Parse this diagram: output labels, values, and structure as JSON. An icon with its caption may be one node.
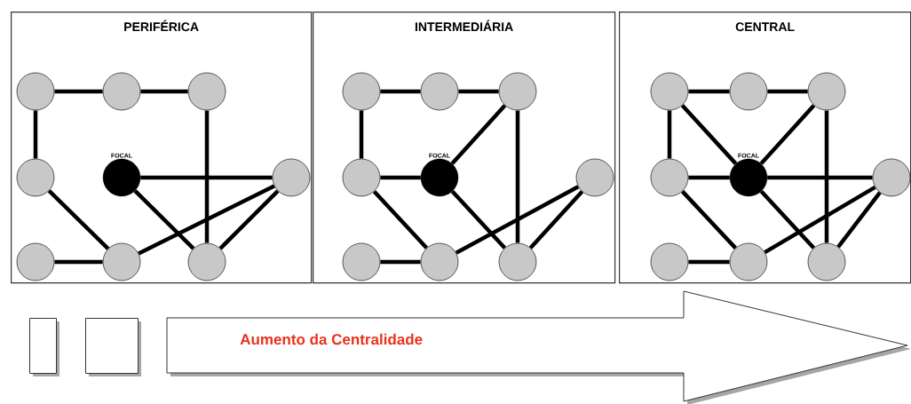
{
  "diagram": {
    "nodes": [
      {
        "text": [
          "PERIFÉRICA"
        ]
      },
      {
        "text": [],
        "shape": "circle",
        "in": 0
      },
      {
        "text": [],
        "shape": "circle",
        "in": 0
      },
      {
        "text": [],
        "shape": "circle",
        "in": 0
      },
      {
        "text": [],
        "shape": "circle",
        "in": 0
      },
      {
        "text": [
          "FOCAL"
        ],
        "in": 0
      },
      {
        "text": [],
        "shape": "circle",
        "in": 0
      },
      {
        "text": [],
        "shape": "circle",
        "in": 0
      },
      {
        "text": [],
        "shape": "circle",
        "in": 0
      },
      {
        "text": [],
        "shape": "circle",
        "in": 0
      },
      {
        "text": [
          "INTERMEDIÁRIA"
        ]
      },
      {
        "text": [],
        "shape": "circle",
        "in": 10
      },
      {
        "text": [],
        "shape": "circle",
        "in": 10
      },
      {
        "text": [],
        "shape": "circle",
        "in": 10
      },
      {
        "text": [],
        "shape": "circle",
        "in": 10
      },
      {
        "text": [
          "FOCAL"
        ],
        "in": 10
      },
      {
        "text": [],
        "shape": "circle",
        "in": 10
      },
      {
        "text": [],
        "shape": "circle",
        "in": 10
      },
      {
        "text": [],
        "shape": "circle",
        "in": 10
      },
      {
        "text": [],
        "shape": "circle",
        "in": 10
      },
      {
        "text": [
          "CENTRAL"
        ]
      },
      {
        "text": [],
        "shape": "circle",
        "in": 20
      },
      {
        "text": [],
        "shape": "circle",
        "in": 20
      },
      {
        "text": [],
        "shape": "circle",
        "in": 20
      },
      {
        "text": [],
        "shape": "circle",
        "in": 20
      },
      {
        "text": [
          "FOCAL"
        ],
        "in": 20
      },
      {
        "text": [],
        "shape": "circle",
        "in": 20
      },
      {
        "text": [],
        "shape": "circle",
        "in": 20
      },
      {
        "text": [],
        "shape": "circle",
        "in": 20
      },
      {
        "text": [],
        "shape": "circle",
        "in": 20
      },
      {
        "text": [],
        "shape": "box"
      },
      {
        "text": [],
        "shape": "box"
      },
      {
        "text": [
          "Aumento da Centralidade"
        ]
      }
    ],
    "edges": [
      {
        "from": 1,
        "to": 2,
        "arrow": "none"
      },
      {
        "from": 2,
        "to": 3,
        "arrow": "none"
      },
      {
        "from": 1,
        "to": 4,
        "arrow": "none"
      },
      {
        "from": 3,
        "to": 9,
        "arrow": "none"
      },
      {
        "from": 5,
        "to": 6,
        "arrow": "none"
      },
      {
        "from": 4,
        "to": 8,
        "arrow": "none"
      },
      {
        "from": 5,
        "to": 9,
        "arrow": "none"
      },
      {
        "from": 7,
        "to": 8,
        "arrow": "none"
      },
      {
        "from": 8,
        "to": 6,
        "arrow": "none"
      },
      {
        "from": 9,
        "to": 6,
        "arrow": "none"
      },
      {
        "from": 11,
        "to": 12,
        "arrow": "none"
      },
      {
        "from": 12,
        "to": 13,
        "arrow": "none"
      },
      {
        "from": 11,
        "to": 14,
        "arrow": "none"
      },
      {
        "from": 13,
        "to": 19,
        "arrow": "none"
      },
      {
        "from": 14,
        "to": 15,
        "arrow": "none"
      },
      {
        "from": 15,
        "to": 13,
        "arrow": "none"
      },
      {
        "from": 14,
        "to": 18,
        "arrow": "none"
      },
      {
        "from": 15,
        "to": 19,
        "arrow": "none"
      },
      {
        "from": 17,
        "to": 18,
        "arrow": "none"
      },
      {
        "from": 18,
        "to": 16,
        "arrow": "none"
      },
      {
        "from": 19,
        "to": 16,
        "arrow": "none"
      },
      {
        "from": 21,
        "to": 22,
        "arrow": "none"
      },
      {
        "from": 22,
        "to": 23,
        "arrow": "none"
      },
      {
        "from": 21,
        "to": 24,
        "arrow": "none"
      },
      {
        "from": 21,
        "to": 25,
        "arrow": "none"
      },
      {
        "from": 23,
        "to": 29,
        "arrow": "none"
      },
      {
        "from": 24,
        "to": 25,
        "arrow": "none"
      },
      {
        "from": 25,
        "to": 23,
        "arrow": "none"
      },
      {
        "from": 25,
        "to": 26,
        "arrow": "none"
      },
      {
        "from": 24,
        "to": 28,
        "arrow": "none"
      },
      {
        "from": 25,
        "to": 29,
        "arrow": "none"
      },
      {
        "from": 27,
        "to": 28,
        "arrow": "none"
      },
      {
        "from": 28,
        "to": 26,
        "arrow": "none"
      },
      {
        "from": 29,
        "to": 26,
        "arrow": "none"
      }
    ]
  }
}
